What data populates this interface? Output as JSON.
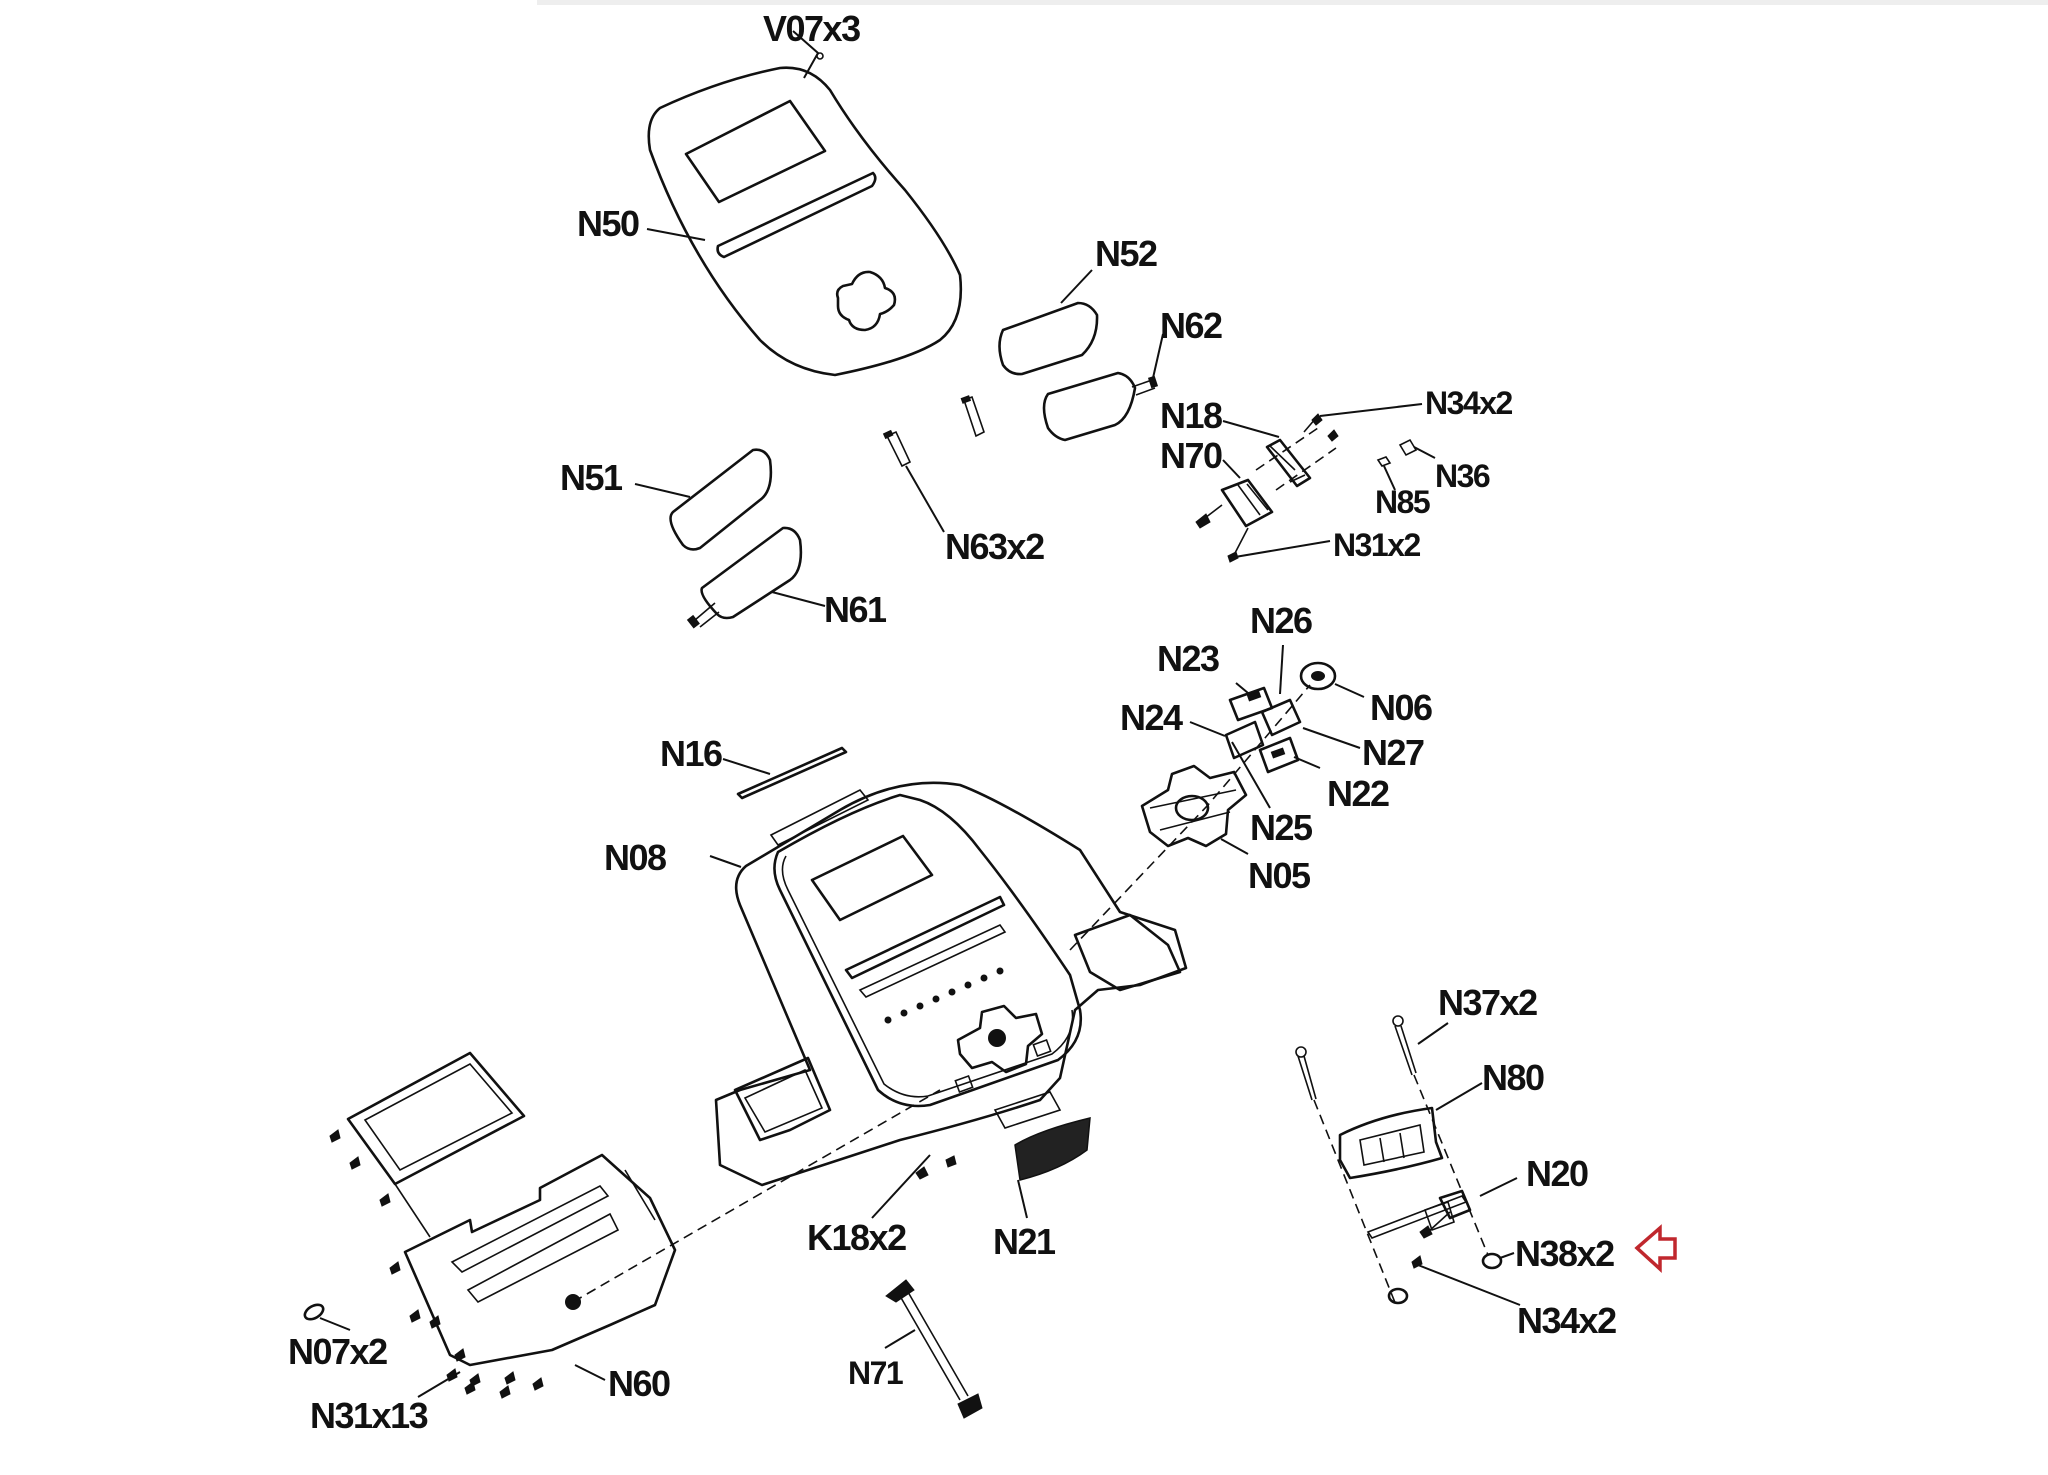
{
  "diagram": {
    "type": "exploded parts diagram",
    "subject": "console assembly",
    "highlight_color": "#c0272d",
    "highlighted_part": "N38x2",
    "labels": {
      "V07x3": "V07x3",
      "N50": "N50",
      "N52": "N52",
      "N62": "N62",
      "N18": "N18",
      "N70": "N70",
      "N34x2_top": "N34x2",
      "N36": "N36",
      "N85": "N85",
      "N31x2": "N31x2",
      "N51": "N51",
      "N63x2": "N63x2",
      "N61": "N61",
      "N26": "N26",
      "N23": "N23",
      "N06": "N06",
      "N24": "N24",
      "N27": "N27",
      "N22": "N22",
      "N25": "N25",
      "N05": "N05",
      "N16": "N16",
      "N08": "N08",
      "N37x2": "N37x2",
      "N80": "N80",
      "N20": "N20",
      "N38x2": "N38x2",
      "N34x2_bottom": "N34x2",
      "K18x2": "K18x2",
      "N21": "N21",
      "N71": "N71",
      "N07x2": "N07x2",
      "N31x13": "N31x13",
      "N60": "N60"
    }
  }
}
